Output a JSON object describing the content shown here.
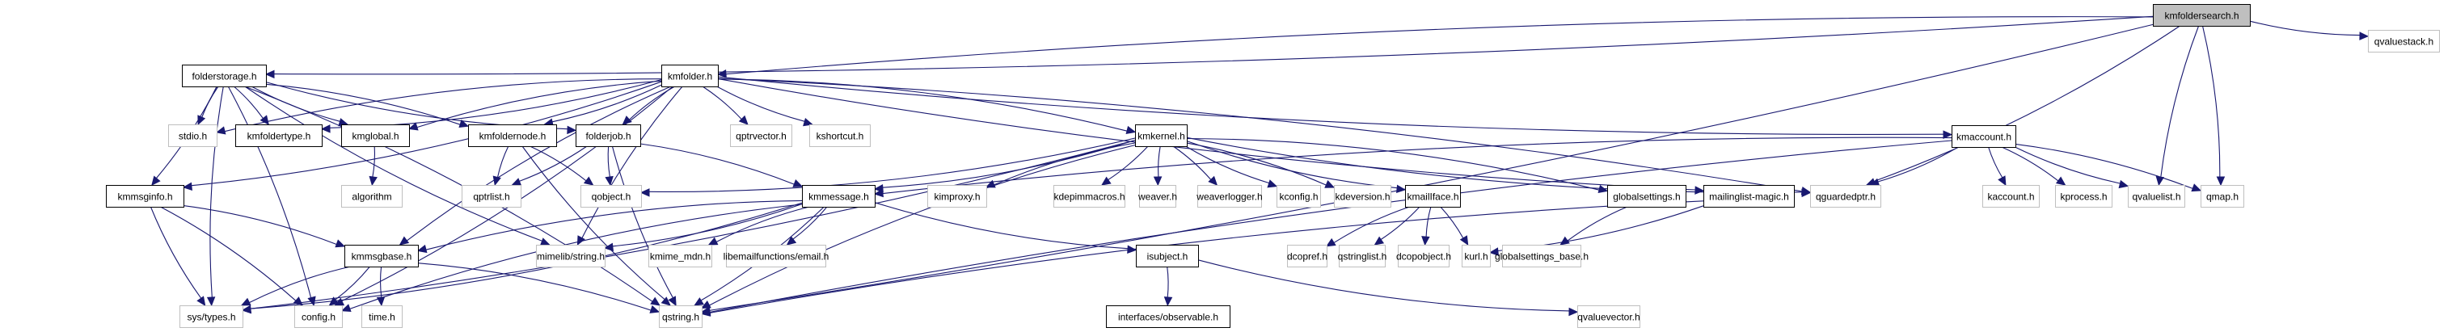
{
  "graph": {
    "title": "kmfoldersearch.h include dependency graph",
    "root": "kmfoldersearch.h",
    "colors": {
      "edge": "#191970",
      "root_fill": "#bfbfbf",
      "documented_border": "#000000",
      "external_border": "#bfbfbf"
    },
    "nodes": [
      {
        "id": "kmfoldersearch",
        "label": "kmfoldersearch.h",
        "kind": "root"
      },
      {
        "id": "qvaluestack",
        "label": "qvaluestack.h",
        "kind": "external"
      },
      {
        "id": "folderstorage",
        "label": "folderstorage.h",
        "kind": "documented"
      },
      {
        "id": "kmfolder",
        "label": "kmfolder.h",
        "kind": "documented"
      },
      {
        "id": "stdio",
        "label": "stdio.h",
        "kind": "external"
      },
      {
        "id": "kmfoldertype",
        "label": "kmfoldertype.h",
        "kind": "documented"
      },
      {
        "id": "kmglobal",
        "label": "kmglobal.h",
        "kind": "documented"
      },
      {
        "id": "kmfoldernode",
        "label": "kmfoldernode.h",
        "kind": "documented"
      },
      {
        "id": "folderjob",
        "label": "folderjob.h",
        "kind": "documented"
      },
      {
        "id": "qptrvector",
        "label": "qptrvector.h",
        "kind": "external"
      },
      {
        "id": "kshortcut",
        "label": "kshortcut.h",
        "kind": "external"
      },
      {
        "id": "kmkernel",
        "label": "kmkernel.h",
        "kind": "documented"
      },
      {
        "id": "kmaccount",
        "label": "kmaccount.h",
        "kind": "documented"
      },
      {
        "id": "kmmsginfo",
        "label": "kmmsginfo.h",
        "kind": "documented"
      },
      {
        "id": "algorithm",
        "label": "algorithm",
        "kind": "external"
      },
      {
        "id": "qptrlist",
        "label": "qptrlist.h",
        "kind": "external"
      },
      {
        "id": "qobject",
        "label": "qobject.h",
        "kind": "external"
      },
      {
        "id": "kmmessage",
        "label": "kmmessage.h",
        "kind": "documented"
      },
      {
        "id": "kimproxy",
        "label": "kimproxy.h",
        "kind": "external"
      },
      {
        "id": "kdepimmacros",
        "label": "kdepimmacros.h",
        "kind": "external"
      },
      {
        "id": "weaver",
        "label": "weaver.h",
        "kind": "external"
      },
      {
        "id": "weaverlogger",
        "label": "weaverlogger.h",
        "kind": "external"
      },
      {
        "id": "kconfig",
        "label": "kconfig.h",
        "kind": "external"
      },
      {
        "id": "kdeversion",
        "label": "kdeversion.h",
        "kind": "external"
      },
      {
        "id": "kmailiface",
        "label": "kmailIface.h",
        "kind": "documented"
      },
      {
        "id": "globalsettings",
        "label": "globalsettings.h",
        "kind": "documented"
      },
      {
        "id": "mailinglistmagic",
        "label": "mailinglist-magic.h",
        "kind": "documented"
      },
      {
        "id": "qguardedptr",
        "label": "qguardedptr.h",
        "kind": "external"
      },
      {
        "id": "kaccount",
        "label": "kaccount.h",
        "kind": "external"
      },
      {
        "id": "kprocess",
        "label": "kprocess.h",
        "kind": "external"
      },
      {
        "id": "qvaluelist",
        "label": "qvaluelist.h",
        "kind": "external"
      },
      {
        "id": "qmap",
        "label": "qmap.h",
        "kind": "external"
      },
      {
        "id": "kmmsgbase",
        "label": "kmmsgbase.h",
        "kind": "documented"
      },
      {
        "id": "mimelibstring",
        "label": "mimelib/string.h",
        "kind": "external"
      },
      {
        "id": "kmimemdn",
        "label": "kmime_mdn.h",
        "kind": "external"
      },
      {
        "id": "email",
        "label": "libemailfunctions/email.h",
        "kind": "external"
      },
      {
        "id": "isubject",
        "label": "isubject.h",
        "kind": "documented"
      },
      {
        "id": "dcopref",
        "label": "dcopref.h",
        "kind": "external"
      },
      {
        "id": "qstringlist",
        "label": "qstringlist.h",
        "kind": "external"
      },
      {
        "id": "dcopobject",
        "label": "dcopobject.h",
        "kind": "external"
      },
      {
        "id": "kurl",
        "label": "kurl.h",
        "kind": "external"
      },
      {
        "id": "globalsettingsbase",
        "label": "globalsettings_base.h",
        "kind": "external"
      },
      {
        "id": "systypes",
        "label": "sys/types.h",
        "kind": "external"
      },
      {
        "id": "config",
        "label": "config.h",
        "kind": "external"
      },
      {
        "id": "time",
        "label": "time.h",
        "kind": "external"
      },
      {
        "id": "qstring",
        "label": "qstring.h",
        "kind": "external"
      },
      {
        "id": "observable",
        "label": "interfaces/observable.h",
        "kind": "documented"
      },
      {
        "id": "qvaluevector",
        "label": "qvaluevector.h",
        "kind": "external"
      }
    ],
    "edges": [
      [
        "kmfoldersearch",
        "folderstorage"
      ],
      [
        "kmfoldersearch",
        "kmfolder"
      ],
      [
        "kmfoldersearch",
        "qguardedptr"
      ],
      [
        "kmfoldersearch",
        "qvaluelist"
      ],
      [
        "kmfoldersearch",
        "qmap"
      ],
      [
        "kmfoldersearch",
        "qvaluestack"
      ],
      [
        "kmfoldersearch",
        "qstring"
      ],
      [
        "folderstorage",
        "stdio"
      ],
      [
        "folderstorage",
        "kmfoldertype"
      ],
      [
        "folderstorage",
        "kmglobal"
      ],
      [
        "folderstorage",
        "kmfoldernode"
      ],
      [
        "folderstorage",
        "folderjob"
      ],
      [
        "folderstorage",
        "kmmsginfo"
      ],
      [
        "folderstorage",
        "systypes"
      ],
      [
        "folderstorage",
        "config"
      ],
      [
        "folderstorage",
        "mimelibstring"
      ],
      [
        "folderstorage",
        "qstring"
      ],
      [
        "kmfolder",
        "stdio"
      ],
      [
        "kmfolder",
        "kmfoldertype"
      ],
      [
        "kmfolder",
        "kmglobal"
      ],
      [
        "kmfolder",
        "kmfoldernode"
      ],
      [
        "kmfolder",
        "folderjob"
      ],
      [
        "kmfolder",
        "qptrvector"
      ],
      [
        "kmfolder",
        "kshortcut"
      ],
      [
        "kmfolder",
        "kmkernel"
      ],
      [
        "kmfolder",
        "kmaccount"
      ],
      [
        "kmfolder",
        "kmmsginfo"
      ],
      [
        "kmfolder",
        "mimelibstring"
      ],
      [
        "kmfolder",
        "config"
      ],
      [
        "kmfolder",
        "kmmsgbase"
      ],
      [
        "kmfolder",
        "qguardedptr"
      ],
      [
        "kmfolder",
        "mailinglistmagic"
      ],
      [
        "kmglobal",
        "algorithm"
      ],
      [
        "kmfoldernode",
        "qptrlist"
      ],
      [
        "kmfoldernode",
        "qobject"
      ],
      [
        "kmfoldernode",
        "qstring"
      ],
      [
        "folderjob",
        "qptrlist"
      ],
      [
        "folderjob",
        "qobject"
      ],
      [
        "folderjob",
        "kmmessage"
      ],
      [
        "folderjob",
        "qstring"
      ],
      [
        "kmkernel",
        "kmmessage"
      ],
      [
        "kmkernel",
        "kimproxy"
      ],
      [
        "kmkernel",
        "kdepimmacros"
      ],
      [
        "kmkernel",
        "weaver"
      ],
      [
        "kmkernel",
        "weaverlogger"
      ],
      [
        "kmkernel",
        "kconfig"
      ],
      [
        "kmkernel",
        "kdeversion"
      ],
      [
        "kmkernel",
        "kmailiface"
      ],
      [
        "kmkernel",
        "globalsettings"
      ],
      [
        "kmkernel",
        "qguardedptr"
      ],
      [
        "kmkernel",
        "qobject"
      ],
      [
        "kmkernel",
        "qstring"
      ],
      [
        "kmkernel",
        "systypes"
      ],
      [
        "kmaccount",
        "kmmessage"
      ],
      [
        "kmaccount",
        "qguardedptr"
      ],
      [
        "kmaccount",
        "kaccount"
      ],
      [
        "kmaccount",
        "kprocess"
      ],
      [
        "kmaccount",
        "qvaluelist"
      ],
      [
        "kmaccount",
        "qmap"
      ],
      [
        "kmaccount",
        "qstring"
      ],
      [
        "kmmsginfo",
        "kmmsgbase"
      ],
      [
        "kmmsginfo",
        "systypes"
      ],
      [
        "kmmsginfo",
        "config"
      ],
      [
        "kmmessage",
        "kmmsgbase"
      ],
      [
        "kmmessage",
        "mimelibstring"
      ],
      [
        "kmmessage",
        "kmimemdn"
      ],
      [
        "kmmessage",
        "email"
      ],
      [
        "kmmessage",
        "isubject"
      ],
      [
        "kmmessage",
        "systypes"
      ],
      [
        "kmmessage",
        "config"
      ],
      [
        "kmmessage",
        "qstring"
      ],
      [
        "kmmsgbase",
        "systypes"
      ],
      [
        "kmmsgbase",
        "config"
      ],
      [
        "kmmsgbase",
        "time"
      ],
      [
        "kmmsgbase",
        "qstring"
      ],
      [
        "kmailiface",
        "dcopref"
      ],
      [
        "kmailiface",
        "qstringlist"
      ],
      [
        "kmailiface",
        "dcopobject"
      ],
      [
        "kmailiface",
        "kurl"
      ],
      [
        "globalsettings",
        "globalsettingsbase"
      ],
      [
        "mailinglistmagic",
        "kurl"
      ],
      [
        "mailinglistmagic",
        "qstring"
      ],
      [
        "isubject",
        "observable"
      ],
      [
        "isubject",
        "qvaluevector"
      ]
    ]
  }
}
